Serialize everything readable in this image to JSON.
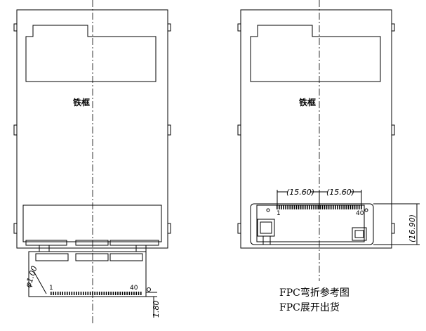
{
  "left_view": {
    "frame_label": "铁框",
    "pin_first": "1",
    "pin_last": "40",
    "dim_pitch": "φ1.00",
    "dim_thickness": "1.80"
  },
  "right_view": {
    "frame_label": "铁框",
    "dim_left": "(15.60)",
    "dim_right": "(15.60)",
    "dim_height": "(16.90)",
    "pin_first": "1",
    "pin_last": "40"
  },
  "captions": {
    "line1": "FPC弯折参考图",
    "line2": "FPC展开出货"
  }
}
